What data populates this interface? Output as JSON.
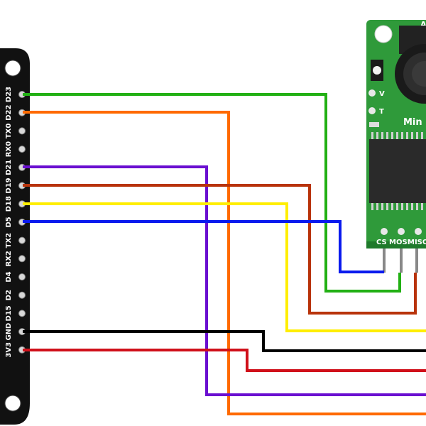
{
  "esp32_board": {
    "pins": [
      "D23",
      "D22",
      "TX0",
      "RX0",
      "D21",
      "D19",
      "D18",
      "D5",
      "TX2",
      "RX2",
      "D4",
      "D2",
      "D15",
      "GND",
      "3V3"
    ]
  },
  "camera_module": {
    "title_partial": "Min",
    "top_partial": "A",
    "side_labels": [
      "V",
      "T"
    ],
    "bottom_pins": [
      "CS",
      "MOSI",
      "MISO"
    ]
  },
  "colors": {
    "board": "#111111",
    "camera_pcb": "#2f9a3a",
    "green": "#22b014",
    "orange": "#ff6a00",
    "purple": "#6a0fd0",
    "brown": "#b8330a",
    "yellow": "#ffee00",
    "blue": "#0a1aee",
    "black": "#000000",
    "red": "#d0101a"
  },
  "wires": [
    {
      "pin": "D23",
      "color_key": "green"
    },
    {
      "pin": "D22",
      "color_key": "orange"
    },
    {
      "pin": "D21",
      "color_key": "purple"
    },
    {
      "pin": "D19",
      "color_key": "brown"
    },
    {
      "pin": "D18",
      "color_key": "yellow"
    },
    {
      "pin": "D5",
      "color_key": "blue"
    },
    {
      "pin": "GND",
      "color_key": "black"
    },
    {
      "pin": "3V3",
      "color_key": "red"
    }
  ]
}
